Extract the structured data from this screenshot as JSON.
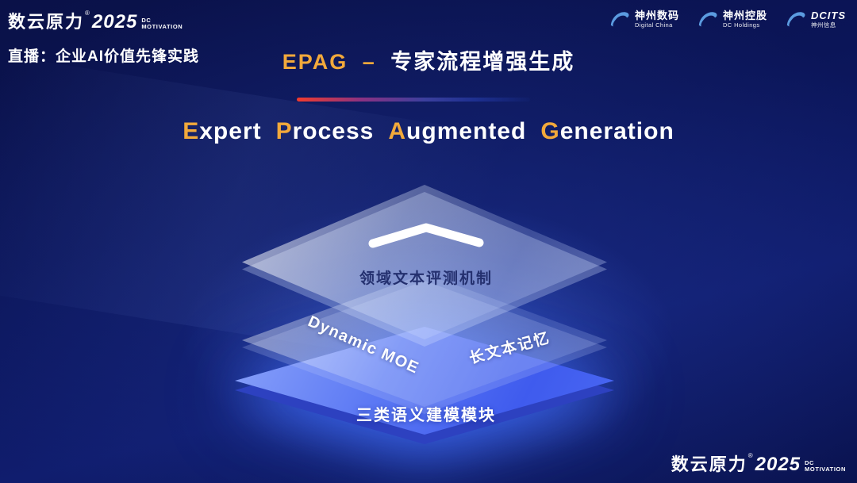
{
  "brand": {
    "name": "数云原力",
    "reg": "®",
    "year": "2025",
    "dc": "DC",
    "motivation": "MOTIVATION"
  },
  "header": {
    "live_label": "直播：企业AI价值先锋实践",
    "title_en": "EPAG",
    "title_dash": "–",
    "title_zh": "专家流程增强生成",
    "logos": [
      {
        "name": "神州数码",
        "sub": "Digital China"
      },
      {
        "name": "神州控股",
        "sub": "DC Holdings"
      },
      {
        "name": "DCITS",
        "sub": "神州信息"
      }
    ]
  },
  "headline": {
    "words": [
      {
        "cap": "E",
        "rest": "xpert"
      },
      {
        "cap": "P",
        "rest": "rocess"
      },
      {
        "cap": "A",
        "rest": "ugmented"
      },
      {
        "cap": "G",
        "rest": "eneration"
      }
    ]
  },
  "diagram": {
    "top_layer_label": "领域文本评测机制",
    "mid_layer_left_label": "Dynamic MOE",
    "mid_layer_right_label": "长文本记忆",
    "bottom_layer_label": "三类语义建模模块"
  },
  "colors": {
    "gold": "#f2a93b",
    "accent_red": "#f23b2d",
    "layer_blue": "#3f5bee",
    "background_navy": "#0b1558"
  }
}
